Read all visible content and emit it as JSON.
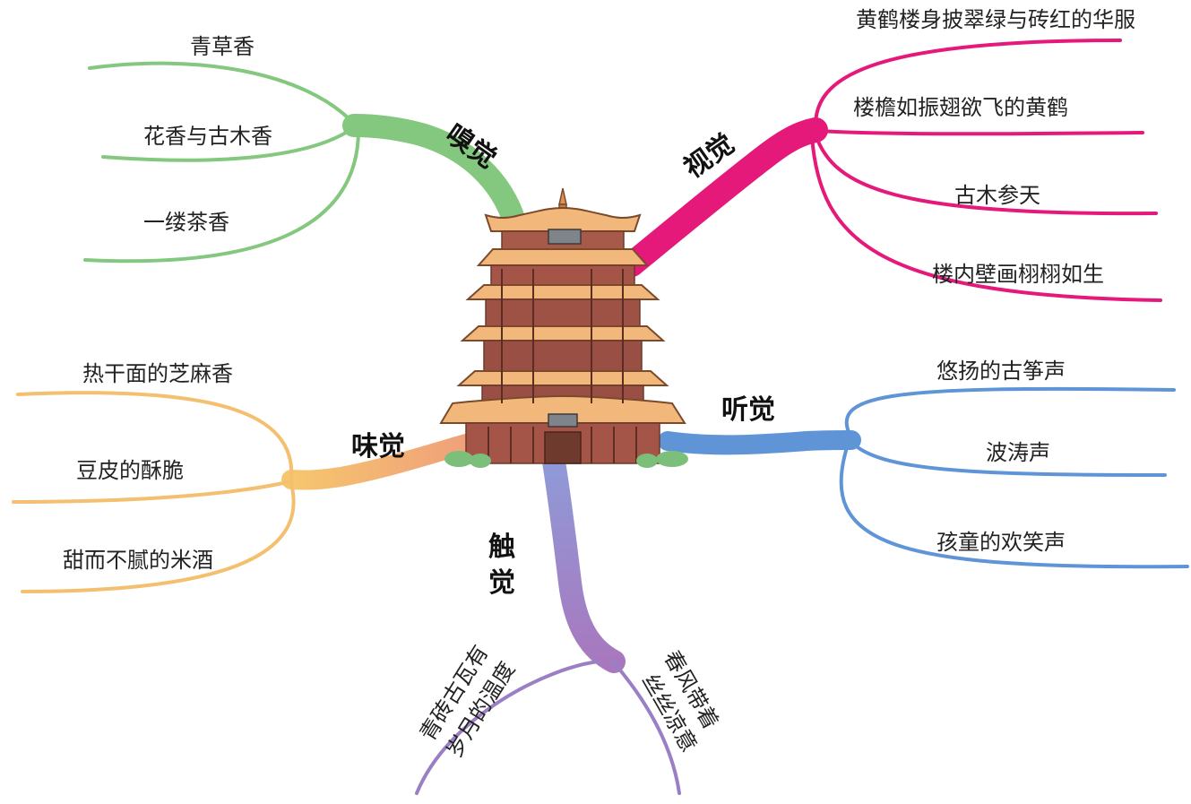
{
  "center": {
    "icon": "pagoda-icon"
  },
  "senses": {
    "smell": {
      "label": "嗅觉",
      "color": "#84c77e",
      "items": [
        "青草香",
        "花香与古木香",
        "一缕茶香"
      ]
    },
    "sight": {
      "label": "视觉",
      "color": "#e5197a",
      "items": [
        "黄鹤楼身披翠绿与砖红的华服",
        "楼檐如振翅欲飞的黄鹤",
        "古木参天",
        "楼内壁画栩栩如生"
      ]
    },
    "taste": {
      "label": "味觉",
      "color": "#f4bf6e",
      "items": [
        "热干面的芝麻香",
        "豆皮的酥脆",
        "甜而不腻的米酒"
      ]
    },
    "hearing": {
      "label": "听觉",
      "color": "#5f95d6",
      "items": [
        "悠扬的古筝声",
        "波涛声",
        "孩童的欢笑声"
      ]
    },
    "touch": {
      "label": "触觉",
      "color": "#9b7fc4",
      "items": [
        {
          "line1": "青砖古瓦有",
          "line2": "岁月的温度"
        },
        {
          "line1": "春风带着",
          "line2": "丝丝凉意"
        }
      ]
    }
  }
}
